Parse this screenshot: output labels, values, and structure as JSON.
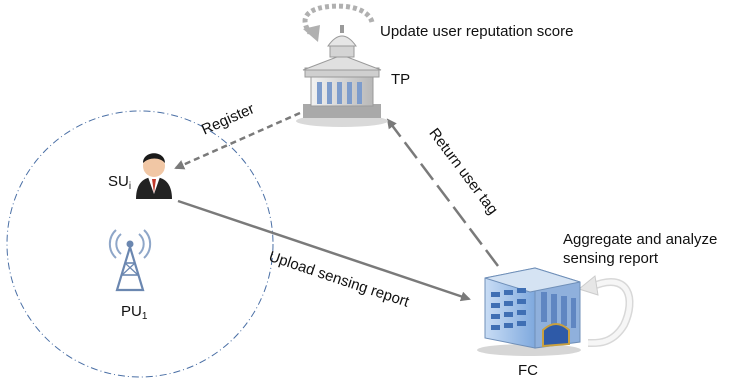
{
  "nodes": {
    "tp": {
      "label": "TP",
      "annotation": "Update user reputation score"
    },
    "su": {
      "label": "SU",
      "subscript": "i"
    },
    "pu": {
      "label": "PU",
      "subscript": "1"
    },
    "fc": {
      "label": "FC",
      "annotation_line1": "Aggregate and analyze",
      "annotation_line2": "sensing report"
    }
  },
  "edges": {
    "register": "Register",
    "return_user_tag": "Return user tag",
    "upload_sensing_report": "Upload sensing report"
  },
  "colors": {
    "arrow": "#7a7a7a",
    "circle": "#4a6fa5",
    "building_blue": "#5b8fd6",
    "person_suit": "#222222"
  }
}
